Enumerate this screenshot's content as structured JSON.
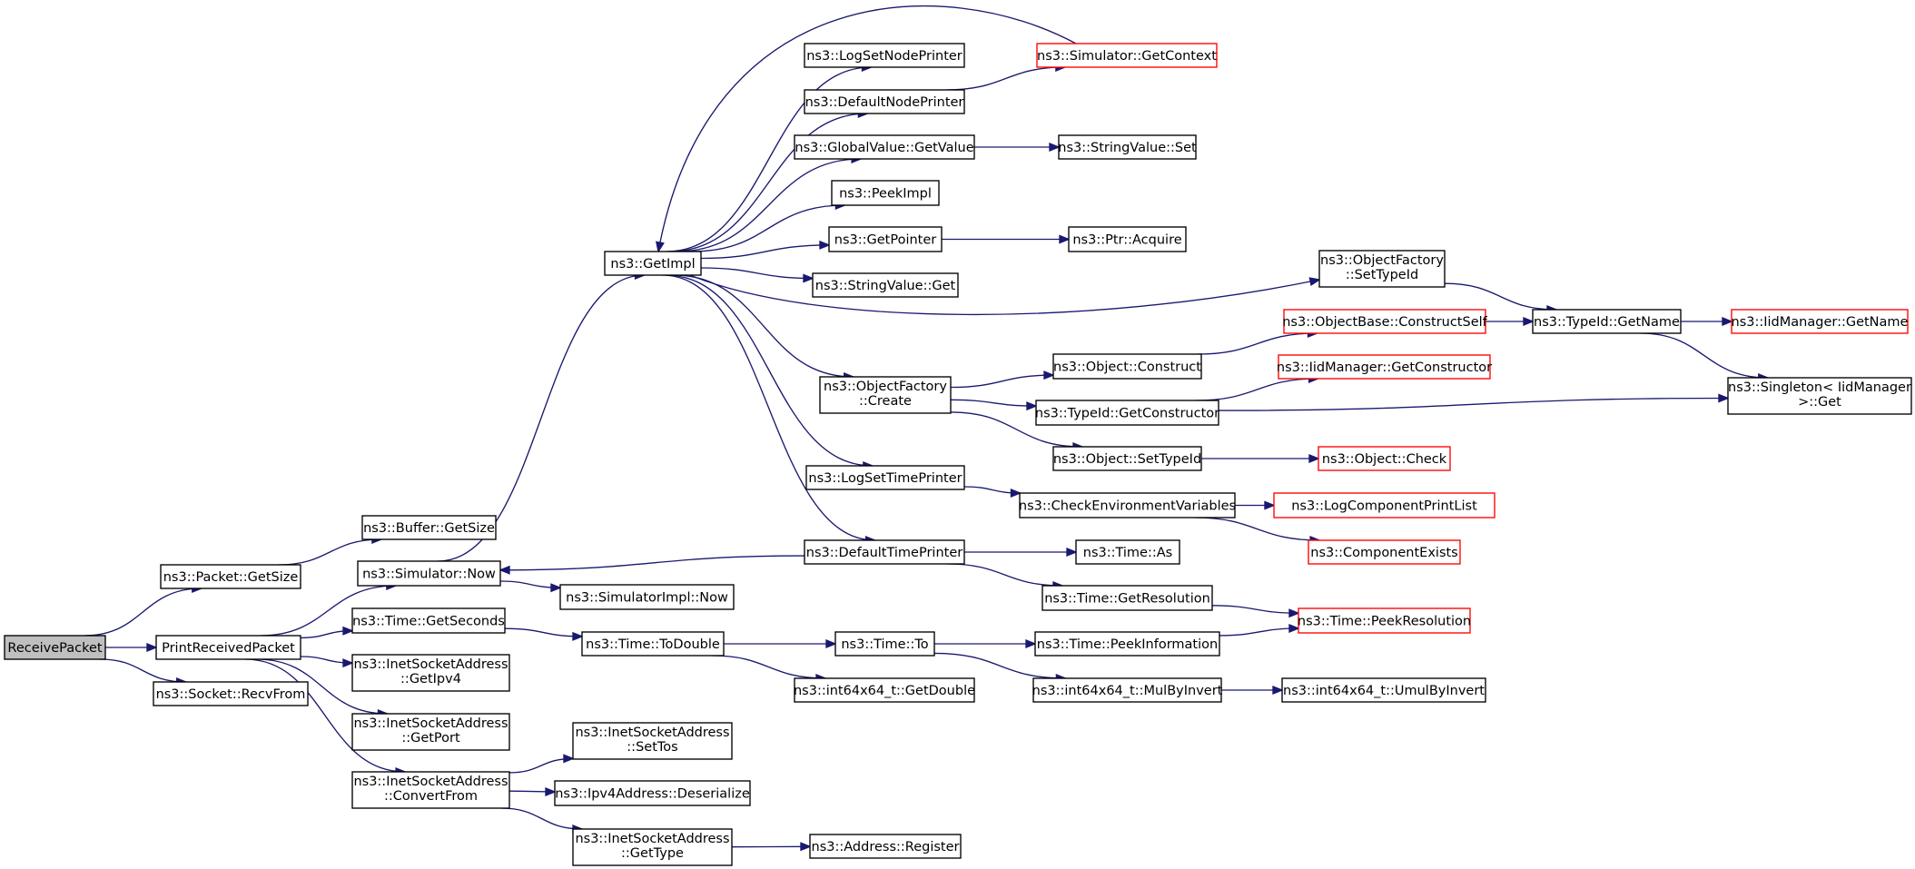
{
  "nodes": [
    {
      "id": "rp",
      "lines": [
        "ReceivePacket"
      ],
      "root": true
    },
    {
      "id": "pgs",
      "lines": [
        "ns3::Packet::GetSize"
      ]
    },
    {
      "id": "prp",
      "lines": [
        "PrintReceivedPacket"
      ]
    },
    {
      "id": "srf",
      "lines": [
        "ns3::Socket::RecvFrom"
      ]
    },
    {
      "id": "bgs",
      "lines": [
        "ns3::Buffer::GetSize"
      ]
    },
    {
      "id": "snow",
      "lines": [
        "ns3::Simulator::Now"
      ]
    },
    {
      "id": "tgs",
      "lines": [
        "ns3::Time::GetSeconds"
      ]
    },
    {
      "id": "gip",
      "lines": [
        "ns3::InetSocketAddress",
        "::GetIpv4"
      ]
    },
    {
      "id": "gport",
      "lines": [
        "ns3::InetSocketAddress",
        "::GetPort"
      ]
    },
    {
      "id": "conv",
      "lines": [
        "ns3::InetSocketAddress",
        "::ConvertFrom"
      ]
    },
    {
      "id": "gimpl",
      "lines": [
        "ns3::GetImpl"
      ]
    },
    {
      "id": "sinow",
      "lines": [
        "ns3::SimulatorImpl::Now"
      ]
    },
    {
      "id": "ttod",
      "lines": [
        "ns3::Time::ToDouble"
      ]
    },
    {
      "id": "stos",
      "lines": [
        "ns3::InetSocketAddress",
        "::SetTos"
      ]
    },
    {
      "id": "ipdes",
      "lines": [
        "ns3::Ipv4Address::Deserialize"
      ]
    },
    {
      "id": "gtype",
      "lines": [
        "ns3::InetSocketAddress",
        "::GetType"
      ]
    },
    {
      "id": "lsnp",
      "lines": [
        "ns3::LogSetNodePrinter"
      ]
    },
    {
      "id": "dnp",
      "lines": [
        "ns3::DefaultNodePrinter"
      ]
    },
    {
      "id": "gvgv",
      "lines": [
        "ns3::GlobalValue::GetValue"
      ]
    },
    {
      "id": "peek",
      "lines": [
        "ns3::PeekImpl"
      ]
    },
    {
      "id": "gptr",
      "lines": [
        "ns3::GetPointer"
      ]
    },
    {
      "id": "svget",
      "lines": [
        "ns3::StringValue::Get"
      ]
    },
    {
      "id": "ofcreate",
      "lines": [
        "ns3::ObjectFactory",
        "::Create"
      ]
    },
    {
      "id": "lstp",
      "lines": [
        "ns3::LogSetTimePrinter"
      ]
    },
    {
      "id": "dtp",
      "lines": [
        "ns3::DefaultTimePrinter"
      ]
    },
    {
      "id": "ttt",
      "lines": [
        "ns3::Time::To"
      ]
    },
    {
      "id": "i64gd",
      "lines": [
        "ns3::int64x64_t::GetDouble"
      ]
    },
    {
      "id": "areg",
      "lines": [
        "ns3::Address::Register"
      ]
    },
    {
      "id": "sgc",
      "lines": [
        "ns3::Simulator::GetContext"
      ],
      "truncated": true
    },
    {
      "id": "svset",
      "lines": [
        "ns3::StringValue::Set"
      ]
    },
    {
      "id": "pacq",
      "lines": [
        "ns3::Ptr::Acquire"
      ]
    },
    {
      "id": "ofsti",
      "lines": [
        "ns3::ObjectFactory",
        "::SetTypeId"
      ]
    },
    {
      "id": "oconst",
      "lines": [
        "ns3::Object::Construct"
      ]
    },
    {
      "id": "tigc",
      "lines": [
        "ns3::TypeId::GetConstructor"
      ]
    },
    {
      "id": "osti",
      "lines": [
        "ns3::Object::SetTypeId"
      ]
    },
    {
      "id": "cev",
      "lines": [
        "ns3::CheckEnvironmentVariables"
      ]
    },
    {
      "id": "tas",
      "lines": [
        "ns3::Time::As"
      ]
    },
    {
      "id": "tgr",
      "lines": [
        "ns3::Time::GetResolution"
      ]
    },
    {
      "id": "tpi",
      "lines": [
        "ns3::Time::PeekInformation"
      ]
    },
    {
      "id": "i64mbi",
      "lines": [
        "ns3::int64x64_t::MulByInvert"
      ]
    },
    {
      "id": "obcs",
      "lines": [
        "ns3::ObjectBase::ConstructSelf"
      ],
      "truncated": true
    },
    {
      "id": "imgc",
      "lines": [
        "ns3::IidManager::GetConstructor"
      ],
      "truncated": true
    },
    {
      "id": "ocheck",
      "lines": [
        "ns3::Object::Check"
      ],
      "truncated": true
    },
    {
      "id": "lcpl",
      "lines": [
        "ns3::LogComponentPrintList"
      ],
      "truncated": true
    },
    {
      "id": "cexists",
      "lines": [
        "ns3::ComponentExists"
      ],
      "truncated": true
    },
    {
      "id": "tpr",
      "lines": [
        "ns3::Time::PeekResolution"
      ],
      "truncated": true
    },
    {
      "id": "i64umbi",
      "lines": [
        "ns3::int64x64_t::UmulByInvert"
      ]
    },
    {
      "id": "tign",
      "lines": [
        "ns3::TypeId::GetName"
      ]
    },
    {
      "id": "imgn",
      "lines": [
        "ns3::IidManager::GetName"
      ],
      "truncated": true
    },
    {
      "id": "sing",
      "lines": [
        "ns3::Singleton< IidManager",
        ">::Get"
      ]
    }
  ],
  "edges": [
    [
      "rp",
      "pgs"
    ],
    [
      "rp",
      "prp"
    ],
    [
      "rp",
      "srf"
    ],
    [
      "pgs",
      "bgs"
    ],
    [
      "prp",
      "snow"
    ],
    [
      "prp",
      "tgs"
    ],
    [
      "prp",
      "gip"
    ],
    [
      "prp",
      "gport"
    ],
    [
      "prp",
      "conv"
    ],
    [
      "snow",
      "gimpl"
    ],
    [
      "snow",
      "sinow"
    ],
    [
      "tgs",
      "ttod"
    ],
    [
      "conv",
      "stos"
    ],
    [
      "conv",
      "ipdes"
    ],
    [
      "conv",
      "gtype"
    ],
    [
      "gimpl",
      "lsnp"
    ],
    [
      "gimpl",
      "dnp"
    ],
    [
      "gimpl",
      "gvgv"
    ],
    [
      "gimpl",
      "peek"
    ],
    [
      "gimpl",
      "gptr"
    ],
    [
      "gimpl",
      "svget"
    ],
    [
      "gimpl",
      "ofsti"
    ],
    [
      "gimpl",
      "ofcreate"
    ],
    [
      "gimpl",
      "lstp"
    ],
    [
      "gimpl",
      "dtp"
    ],
    [
      "sgc",
      "gimpl"
    ],
    [
      "dnp",
      "sgc"
    ],
    [
      "gvgv",
      "svset"
    ],
    [
      "gptr",
      "pacq"
    ],
    [
      "ofsti",
      "tign"
    ],
    [
      "ofcreate",
      "oconst"
    ],
    [
      "ofcreate",
      "tigc"
    ],
    [
      "ofcreate",
      "osti"
    ],
    [
      "oconst",
      "obcs"
    ],
    [
      "tigc",
      "imgc"
    ],
    [
      "tigc",
      "sing"
    ],
    [
      "osti",
      "ocheck"
    ],
    [
      "lstp",
      "cev"
    ],
    [
      "cev",
      "lcpl"
    ],
    [
      "cev",
      "cexists"
    ],
    [
      "dtp",
      "snow"
    ],
    [
      "dtp",
      "tas"
    ],
    [
      "dtp",
      "tgr"
    ],
    [
      "tgr",
      "tpr"
    ],
    [
      "ttod",
      "ttt"
    ],
    [
      "ttod",
      "i64gd"
    ],
    [
      "ttt",
      "tpi"
    ],
    [
      "ttt",
      "i64mbi"
    ],
    [
      "tpi",
      "tpr"
    ],
    [
      "i64mbi",
      "i64umbi"
    ],
    [
      "gtype",
      "areg"
    ],
    [
      "obcs",
      "tign"
    ],
    [
      "tign",
      "imgn"
    ],
    [
      "tign",
      "sing"
    ]
  ],
  "colors": {
    "edge": "#191970",
    "root_fill": "#bfbfbf",
    "truncated_border": "#ff0000",
    "box_border": "#000000"
  }
}
